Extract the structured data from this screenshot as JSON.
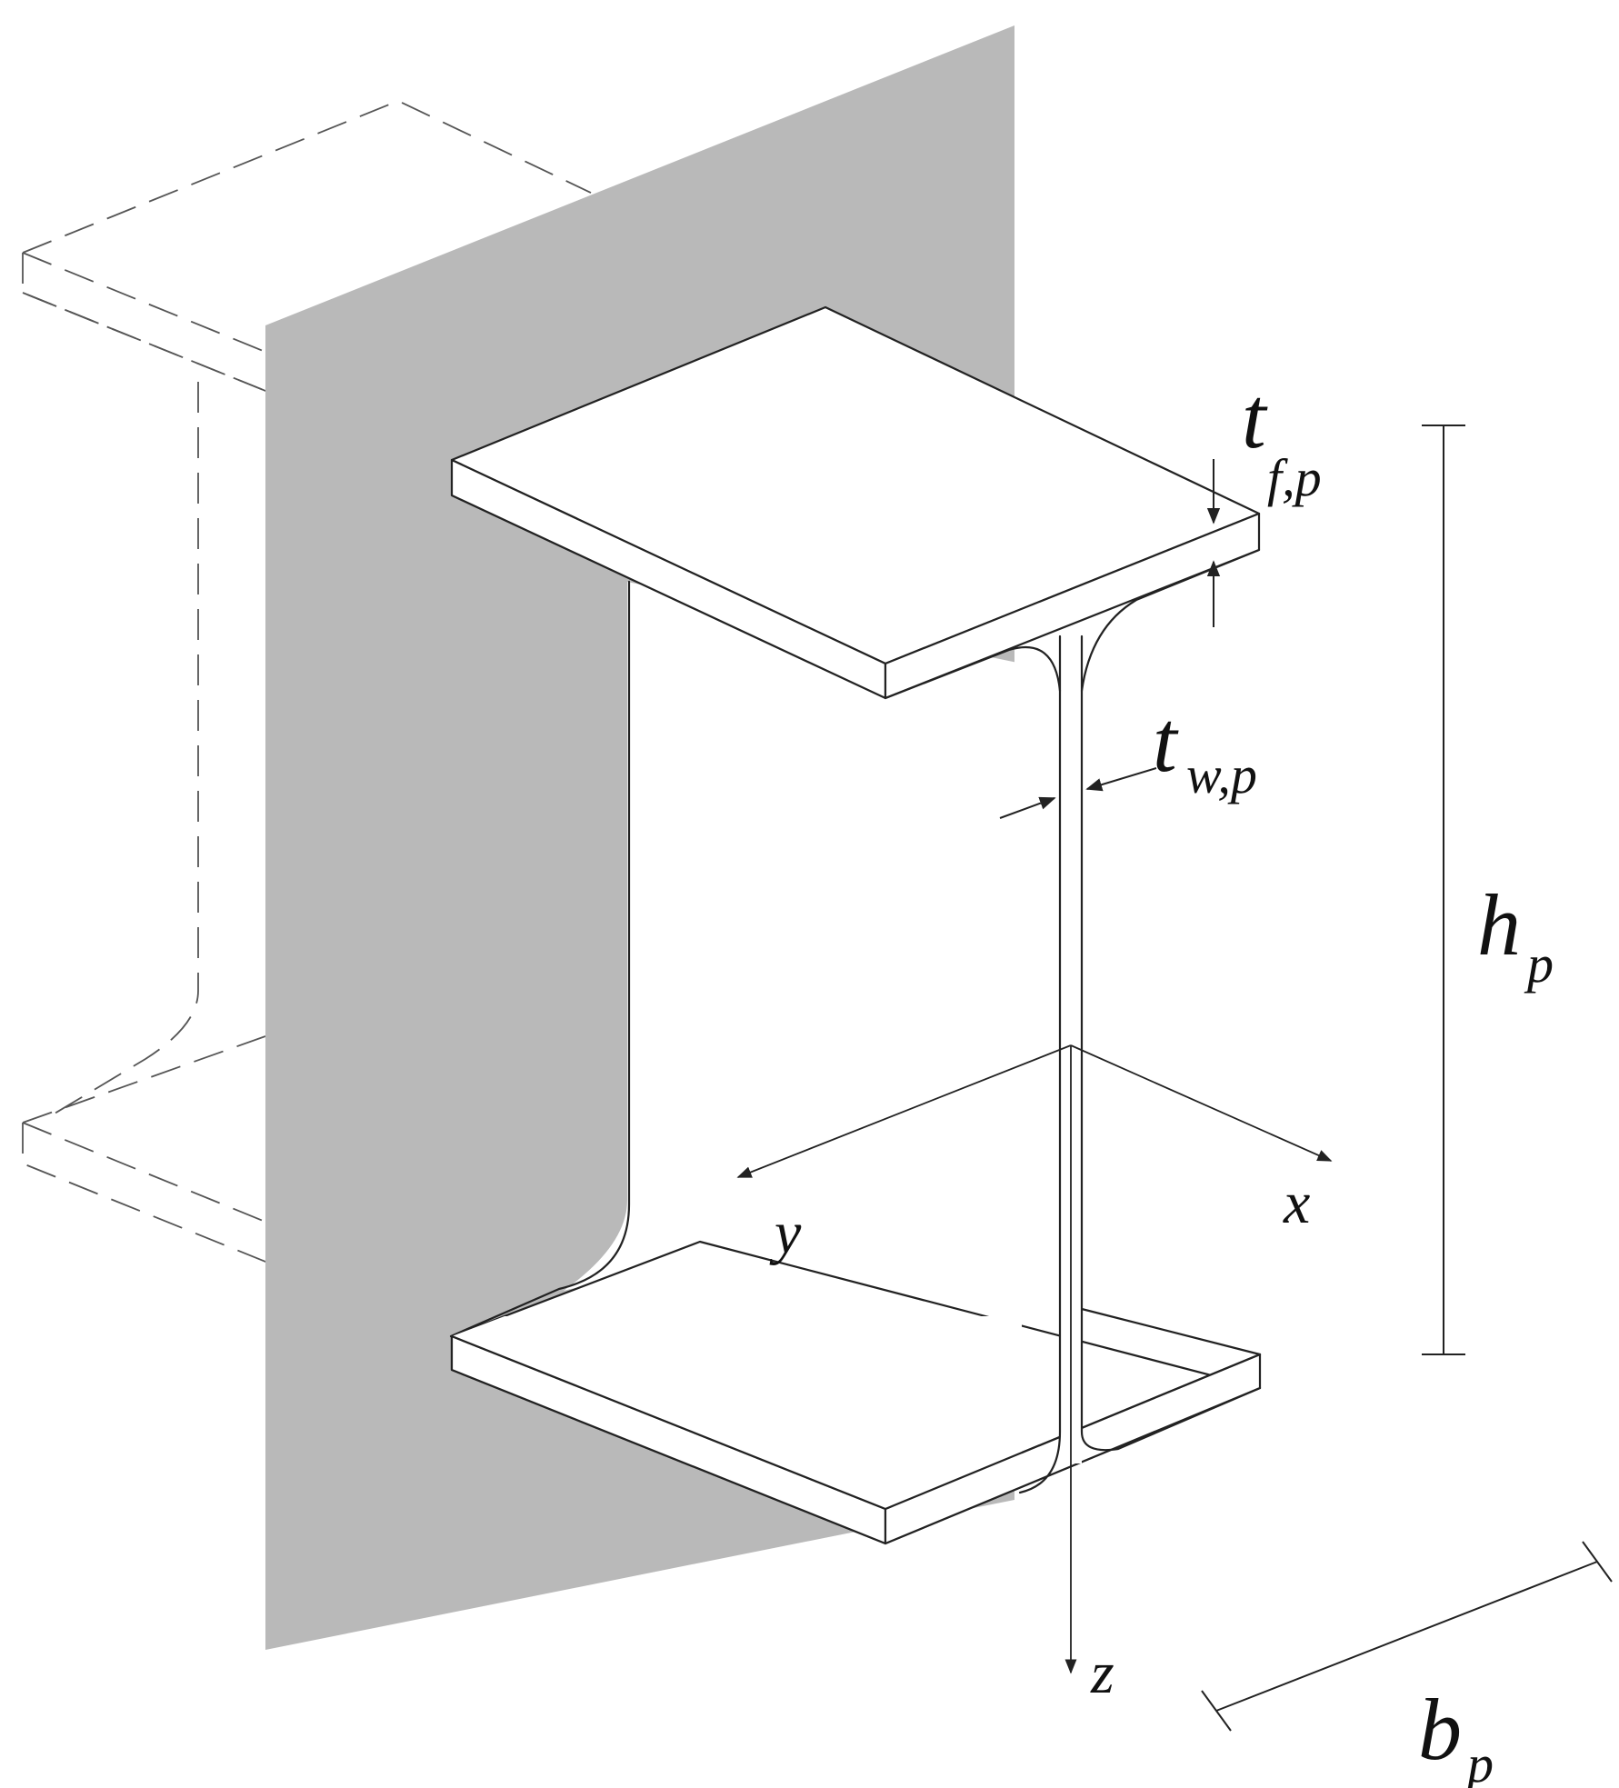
{
  "labels": {
    "flange_thickness": {
      "main": "t",
      "sub": "f,p"
    },
    "web_thickness": {
      "main": "t",
      "sub": "w,p"
    },
    "height": {
      "main": "h",
      "sub": "p"
    },
    "width": {
      "main": "b",
      "sub": "p"
    },
    "axis_x": "x",
    "axis_y": "y",
    "axis_z": "z"
  },
  "colors": {
    "plane": "#b9b9b9",
    "line": "#222222",
    "ghost": "#555555"
  }
}
